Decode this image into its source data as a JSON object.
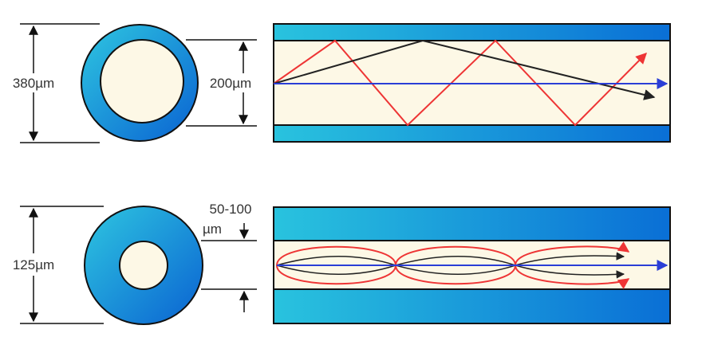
{
  "colors": {
    "cladding_light": "#29c3de",
    "cladding_dark": "#0a6fd6",
    "core": "#fdf8e6",
    "outline": "#111111",
    "ray_red": "#ee3535",
    "ray_black": "#222222",
    "ray_blue": "#2a3ed6"
  },
  "top": {
    "outer_label": "380µm",
    "core_label": "200µm"
  },
  "bottom": {
    "outer_label": "125µm",
    "core_label_line1": "50-100",
    "core_label_line2": "µm"
  }
}
